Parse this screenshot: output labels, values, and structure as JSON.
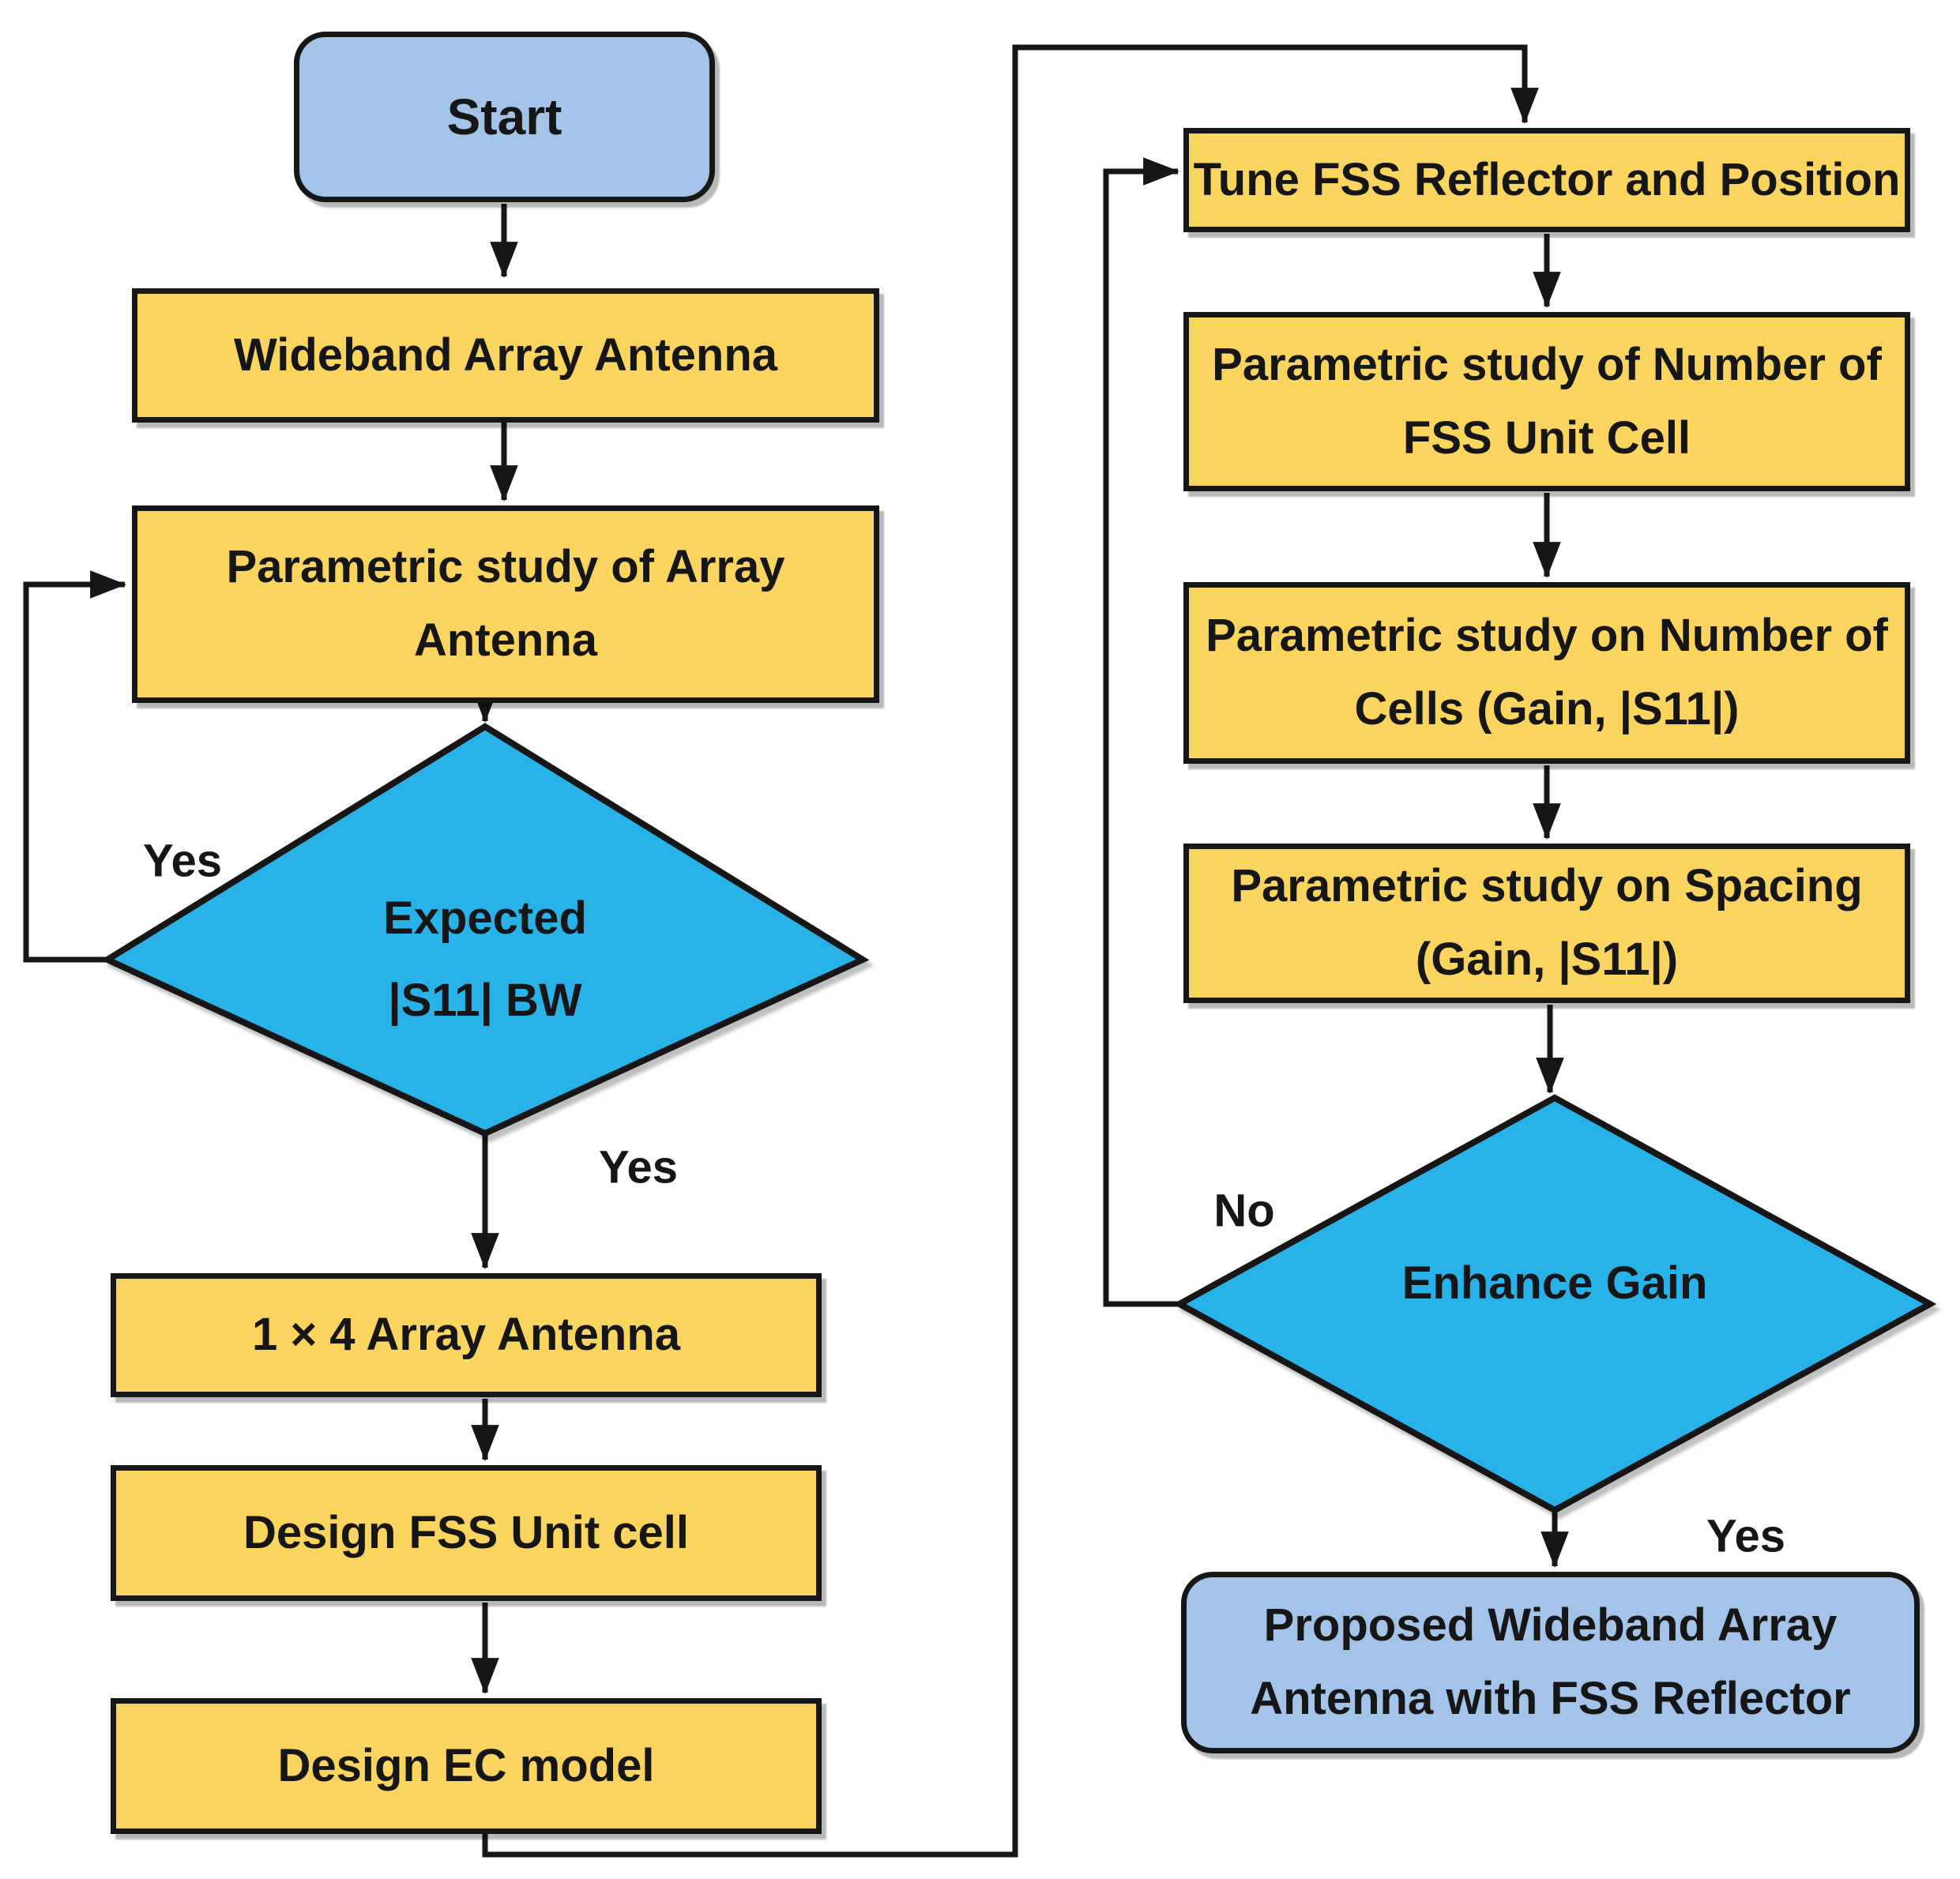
{
  "diagram": {
    "type": "flowchart",
    "colors": {
      "process_fill": "#F9D45E",
      "terminal_fill": "#A3C4E8",
      "decision_fill": "#29B2E8",
      "outline": "#161616",
      "text": "#161616",
      "background": "#FFFFFF"
    },
    "nodes": {
      "start": {
        "type": "terminal",
        "label": "Start"
      },
      "wideband": {
        "type": "process",
        "label": "Wideband Array Antenna"
      },
      "param_array": {
        "type": "process",
        "label": "Parametric study of Array\nAntenna"
      },
      "expected_s11": {
        "type": "decision",
        "label": "Expected\n|S11| BW"
      },
      "array_1x4": {
        "type": "process",
        "label": "1 × 4 Array Antenna"
      },
      "design_fss": {
        "type": "process",
        "label": "Design FSS Unit cell"
      },
      "design_ec": {
        "type": "process",
        "label": "Design EC model"
      },
      "tune_fss": {
        "type": "process",
        "label": "Tune FSS Reflector and Position"
      },
      "param_unit_cell": {
        "type": "process",
        "label": "Parametric study of Number of\nFSS Unit Cell"
      },
      "param_cells": {
        "type": "process",
        "label": "Parametric study on Number of\nCells (Gain, |S11|)"
      },
      "param_spacing": {
        "type": "process",
        "label": "Parametric study on Spacing\n(Gain, |S11|)"
      },
      "enhance_gain": {
        "type": "decision",
        "label": "Enhance Gain"
      },
      "proposed": {
        "type": "terminal",
        "label": "Proposed Wideband Array\nAntenna with FSS Reflector"
      }
    },
    "edge_labels": {
      "yes_loop": "Yes",
      "yes_down": "Yes",
      "no_loop": "No",
      "yes_final": "Yes"
    }
  }
}
